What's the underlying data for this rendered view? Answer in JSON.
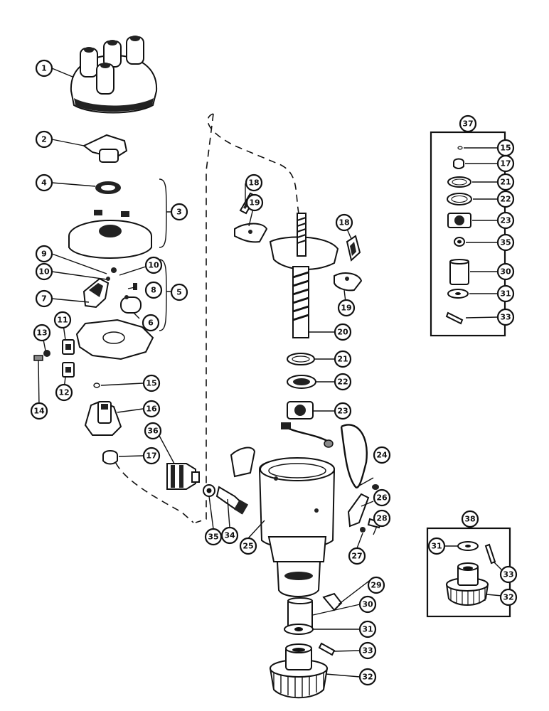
{
  "callouts": {
    "c1": "1",
    "c2": "2",
    "c3": "3",
    "c4": "4",
    "c5": "5",
    "c6": "6",
    "c7": "7",
    "c8": "8",
    "c9": "9",
    "c10a": "10",
    "c10b": "10",
    "c11": "11",
    "c12": "12",
    "c13": "13",
    "c14": "14",
    "c15": "15",
    "c16": "16",
    "c17": "17",
    "c18a": "18",
    "c18b": "18",
    "c19a": "19",
    "c19b": "19",
    "c20": "20",
    "c21": "21",
    "c22": "22",
    "c23": "23",
    "c24": "24",
    "c25": "25",
    "c26": "26",
    "c27": "27",
    "c28": "28",
    "c29": "29",
    "c30": "30",
    "c31": "31",
    "c32": "32",
    "c33": "33",
    "c34": "34",
    "c35": "35",
    "c36": "36"
  },
  "kit37": {
    "label": "37",
    "items": [
      "15",
      "17",
      "21",
      "22",
      "23",
      "35",
      "30",
      "31",
      "33"
    ]
  },
  "kit38": {
    "label": "38",
    "items": [
      "31",
      "33",
      "32"
    ]
  }
}
